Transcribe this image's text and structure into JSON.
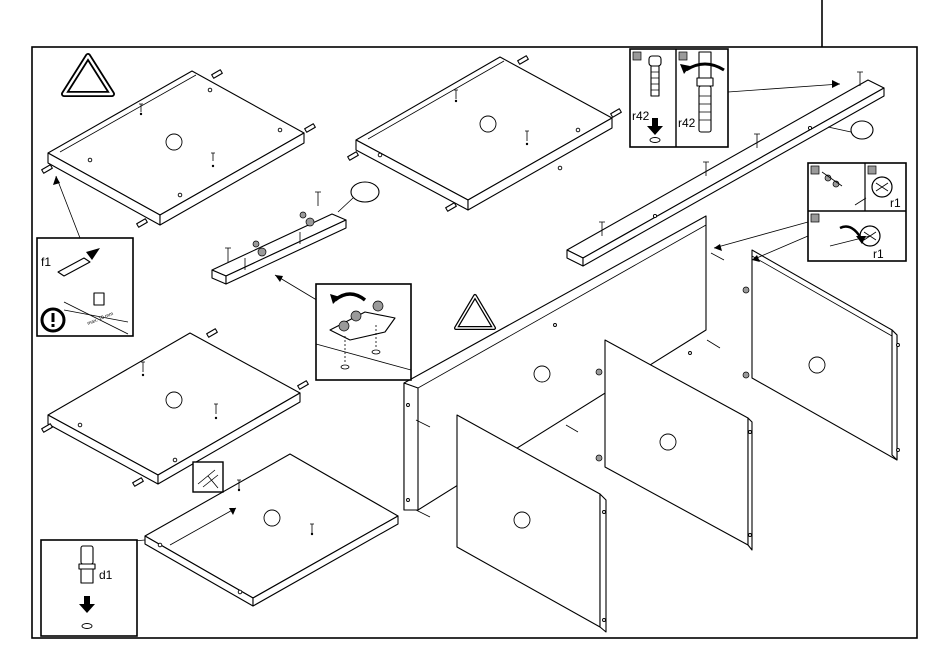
{
  "labels": {
    "f1": "f1",
    "d1": "d1",
    "r42_left": "r42",
    "r42_right": "r42",
    "r1_top": "r1",
    "r1_bottom": "r1",
    "max_note": "max. 10 mm"
  },
  "symbols": {
    "warning_large": "warning-triangle-icon",
    "warning_small": "warning-triangle-icon",
    "attention": "exclamation-circle-icon",
    "bubble_tag": "callout-bubble-icon"
  },
  "colors": {
    "line": "#000000",
    "paper": "#ffffff",
    "shade": "#9a9a9a"
  }
}
